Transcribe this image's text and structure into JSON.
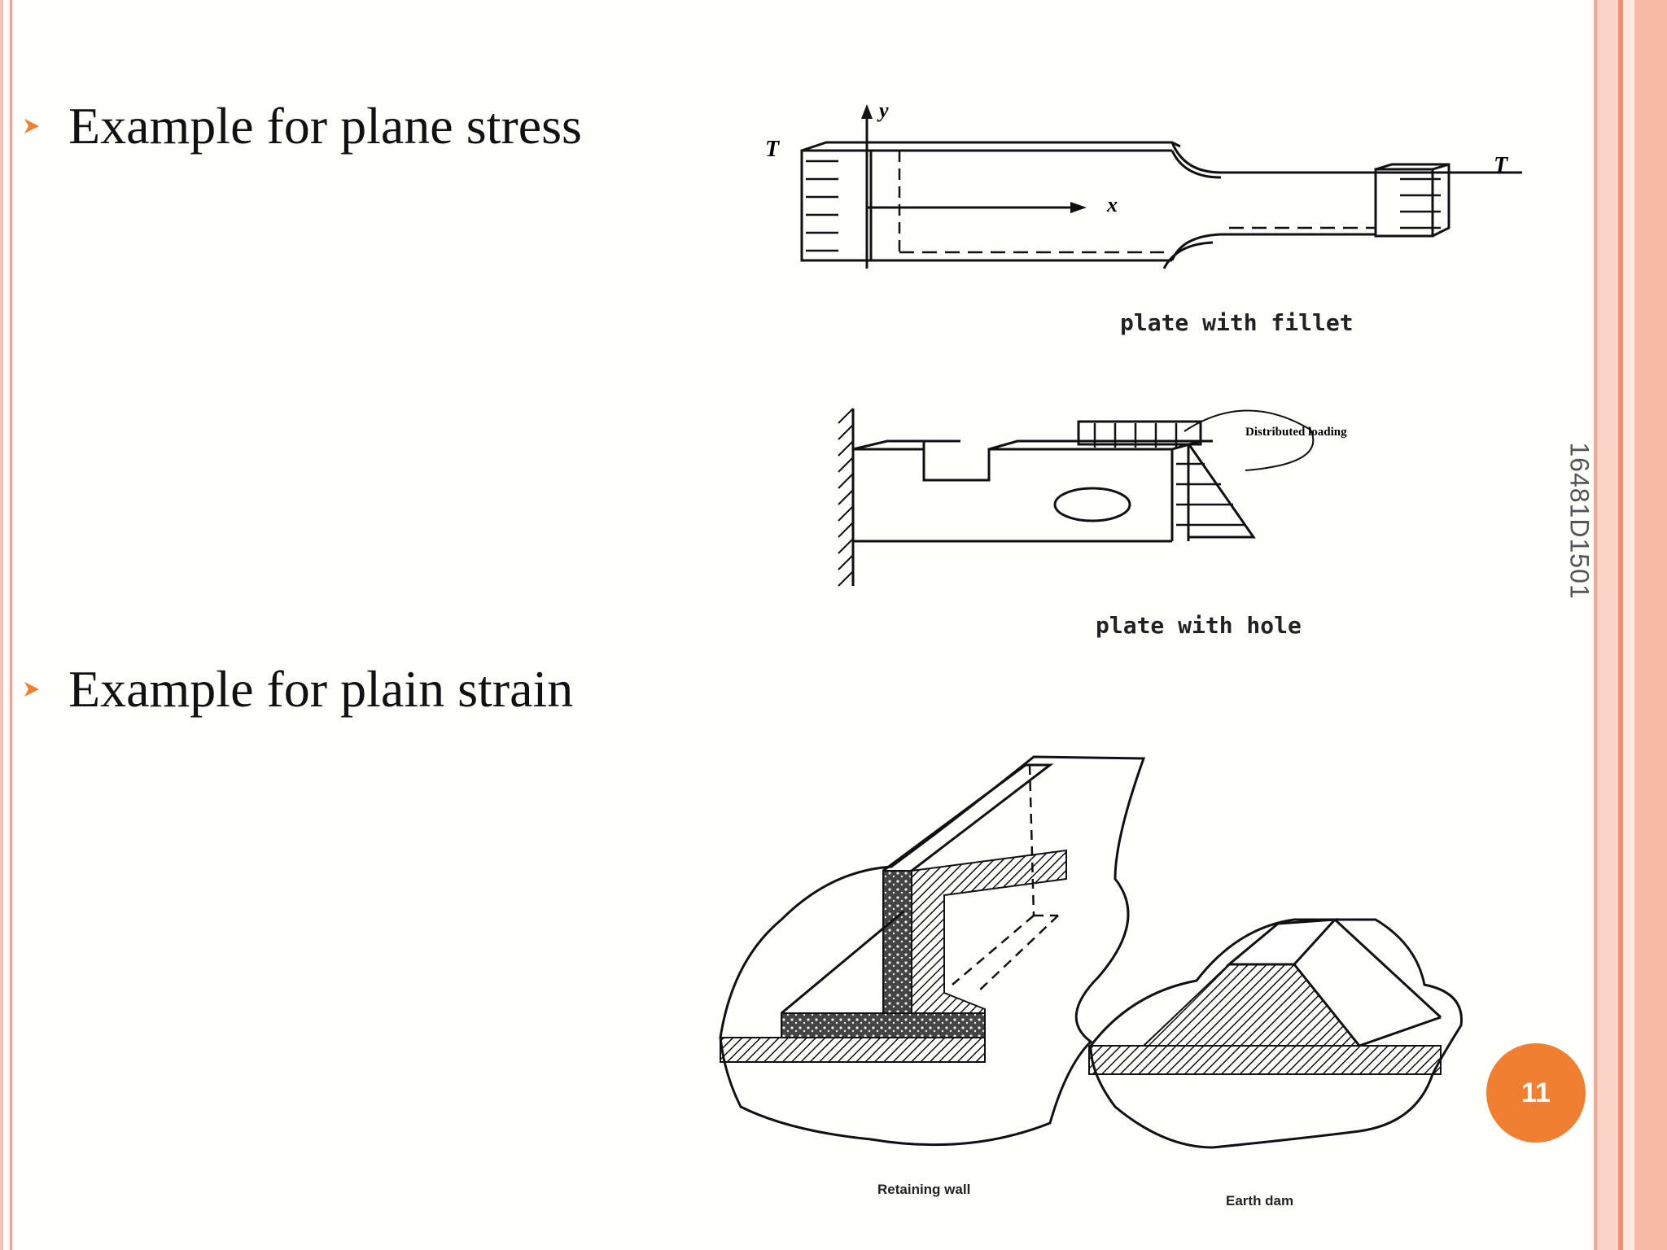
{
  "slide": {
    "bullets": [
      {
        "text": "Example for plane stress"
      },
      {
        "text": "Example for plain strain"
      }
    ],
    "vertical_id": "16481D1501",
    "page_number": "11",
    "colors": {
      "accent": "#f08030",
      "border": "#f4b8a4"
    }
  },
  "figures": {
    "fillet": {
      "caption": "plate with fillet",
      "label_T_left": "T",
      "label_T_right": "T",
      "axis_x": "x",
      "axis_y": "y"
    },
    "hole": {
      "caption": "plate with hole",
      "annotation": "Distributed loading"
    },
    "strain": {
      "caption_left": "Retaining wall",
      "caption_right": "Earth dam"
    }
  }
}
